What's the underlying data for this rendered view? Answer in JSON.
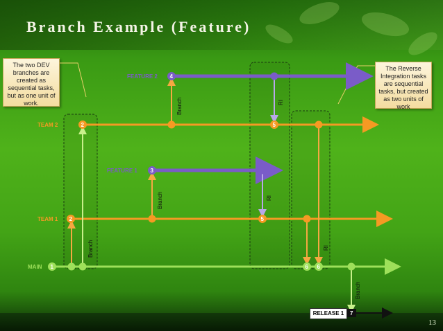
{
  "slide": {
    "title": "Branch Example (Feature)",
    "page_number": "13"
  },
  "notes": {
    "left": "The two DEV branches are created as sequential tasks, but as one unit of work.",
    "right": "The Reverse Integration tasks are sequential tasks, but created as two units of work"
  },
  "lanes": {
    "feature2": "FEATURE 2",
    "team2": "TEAM 2",
    "feature1": "FEATURE 1",
    "team1": "TEAM 1",
    "main": "MAIN"
  },
  "node_numbers": {
    "main1": "1",
    "team1_2": "2",
    "team2_2": "2",
    "feature1_3": "3",
    "feature2_4": "4",
    "team2_5": "5",
    "team1_5": "5",
    "main6a": "6",
    "main6b": "6",
    "release7": "7"
  },
  "arrow_labels": {
    "branch": "Branch",
    "ri": "RI"
  },
  "release": "RELEASE 1",
  "colors": {
    "orange": "#f59a23",
    "purple": "#7a5cc8",
    "green_line": "#9ee05a",
    "title": "#f4f4e6"
  }
}
